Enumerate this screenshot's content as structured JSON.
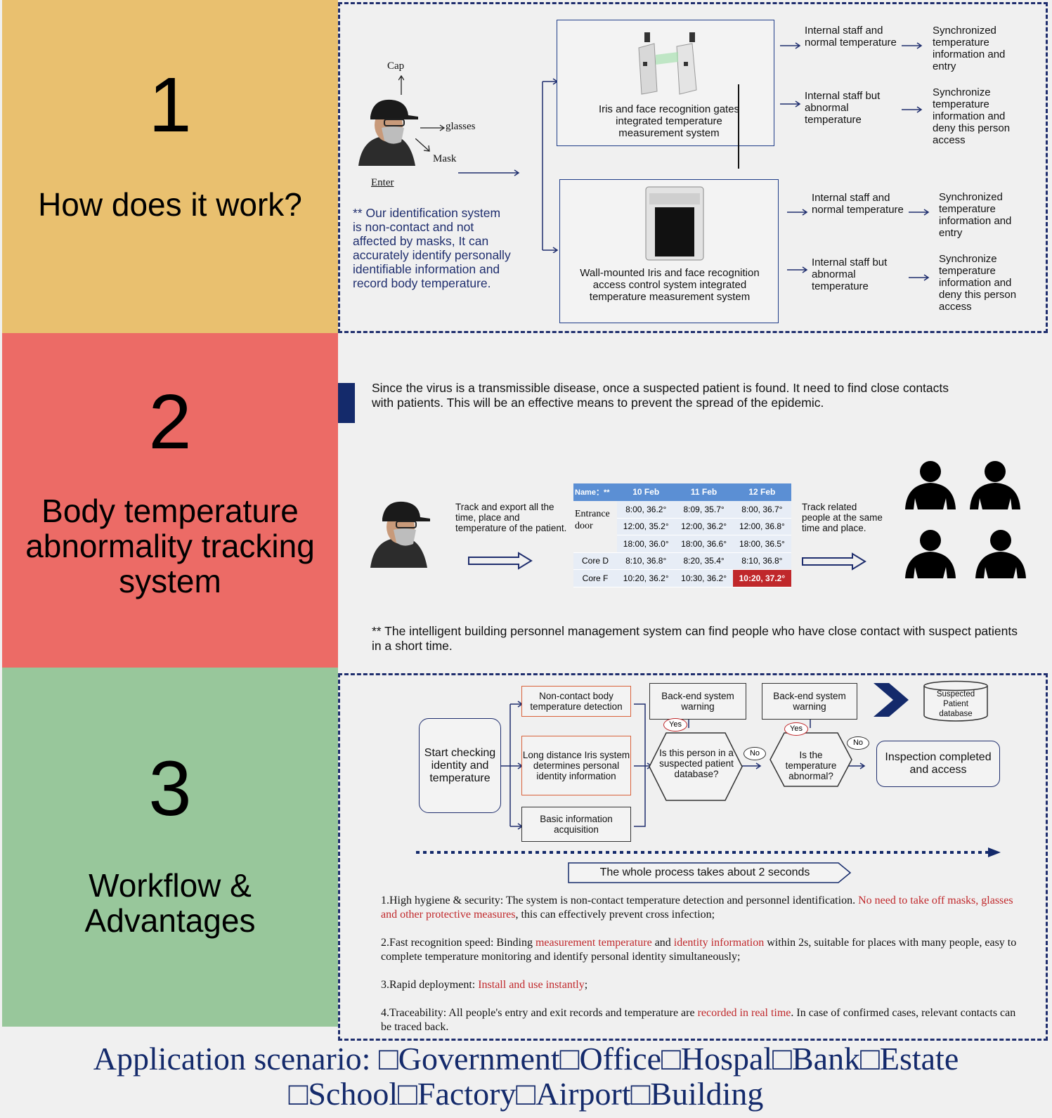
{
  "section1": {
    "number": "1",
    "title": "How does it work?",
    "labels": {
      "cap": "Cap",
      "glasses": "glasses",
      "mask": "Mask",
      "enter": "Enter"
    },
    "note": "** Our identification system is non-contact and not affected by masks, It can accurately identify personally identifiable information and record body temperature.",
    "devices": [
      {
        "name": "Iris and face recognition gates integrated temperature measurement system",
        "outcomes": [
          {
            "condition": "Internal staff and normal temperature",
            "result": "Synchronized temperature information and entry"
          },
          {
            "condition": "Internal staff but abnormal temperature",
            "result": "Synchronize temperature information and deny this person access"
          }
        ]
      },
      {
        "name": "Wall-mounted Iris and face recognition access control system integrated temperature measurement system",
        "outcomes": [
          {
            "condition": "Internal staff and normal temperature",
            "result": "Synchronized temperature information and entry"
          },
          {
            "condition": "Internal staff but abnormal temperature",
            "result": "Synchronize temperature information and deny this person access"
          }
        ]
      }
    ]
  },
  "section2": {
    "number": "2",
    "title": "Body temperature abnormality tracking system",
    "intro": "Since the virus is a transmissible disease, once a suspected patient is found. It need to find close contacts with patients. This will be an effective means to prevent the spread of the epidemic.",
    "step1": "Track and export all the time, place and temperature of the patient.",
    "step2": "Track related people at the same time and place.",
    "table": {
      "name_header": "Name：**",
      "dates": [
        "10 Feb",
        "11 Feb",
        "12 Feb"
      ],
      "rows": [
        {
          "place": "Entrance door",
          "cells": [
            "8:00,  36.2°",
            "8:09,  35.7°",
            "8:00,  36.7°"
          ]
        },
        {
          "place": "",
          "cells": [
            "12:00,  35.2°",
            "12:00,  36.2°",
            "12:00,  36.8°"
          ]
        },
        {
          "place": "",
          "cells": [
            "18:00,  36.0°",
            "18:00,  36.6°",
            "18:00,  36.5°"
          ]
        },
        {
          "place": "Core D",
          "cells": [
            "8:10,  36.8°",
            "8:20,  35.4°",
            "8:10,  36.8°"
          ]
        },
        {
          "place": "Core F",
          "cells": [
            "10:20,  36.2°",
            "10:30,  36.2°",
            "10:20,  37.2°"
          ]
        }
      ]
    },
    "footer": "** The intelligent building personnel management system can find people who have close contact with suspect patients in a short time."
  },
  "section3": {
    "number": "3",
    "title": "Workflow & Advantages",
    "flow": {
      "start": "Start checking identity and temperature",
      "detect": "Non-contact body temperature detection",
      "iris": "Long distance Iris system determines personal identity information",
      "basic": "Basic information acquisition",
      "warn1": "Back-end system warning",
      "warn2": "Back-end system warning",
      "q1": "Is this person in a suspected patient database?",
      "q2": "Is the temperature abnormal?",
      "yes": "Yes",
      "no": "No",
      "db": "Suspected Patient database",
      "done": "Inspection completed and access",
      "time": "The whole process takes about 2 seconds"
    },
    "advantages": [
      {
        "pre": "1.High hygiene & security: The system is non-contact temperature detection and personnel identification. ",
        "hl": "No need to take off masks, glasses and other protective measures",
        "post": ", this can effectively prevent cross infection;"
      },
      {
        "pre": "2.Fast recognition speed: Binding ",
        "hl": "measurement temperature",
        "mid": " and ",
        "hl2": "identity information",
        "post": " within 2s, suitable for places with many people, easy to complete temperature monitoring and identify personal identity simultaneously;"
      },
      {
        "pre": "3.Rapid deployment: ",
        "hl": "Install and use instantly",
        "post": ";"
      },
      {
        "pre": "4.Traceability: All people's entry and exit records and temperature are ",
        "hl": "recorded in real time",
        "post": ". In case of confirmed cases, relevant contacts can be traced back."
      }
    ]
  },
  "footer": {
    "line1": "Application scenario: □Government□Office□Hospal□Bank□Estate",
    "line2": "□School□Factory□Airport□Building"
  },
  "colors": {
    "band1": "#e9c06f",
    "band2": "#ec6b66",
    "band3": "#98c79b",
    "navy": "#1f2e6e",
    "highlight": "#c0282b"
  }
}
